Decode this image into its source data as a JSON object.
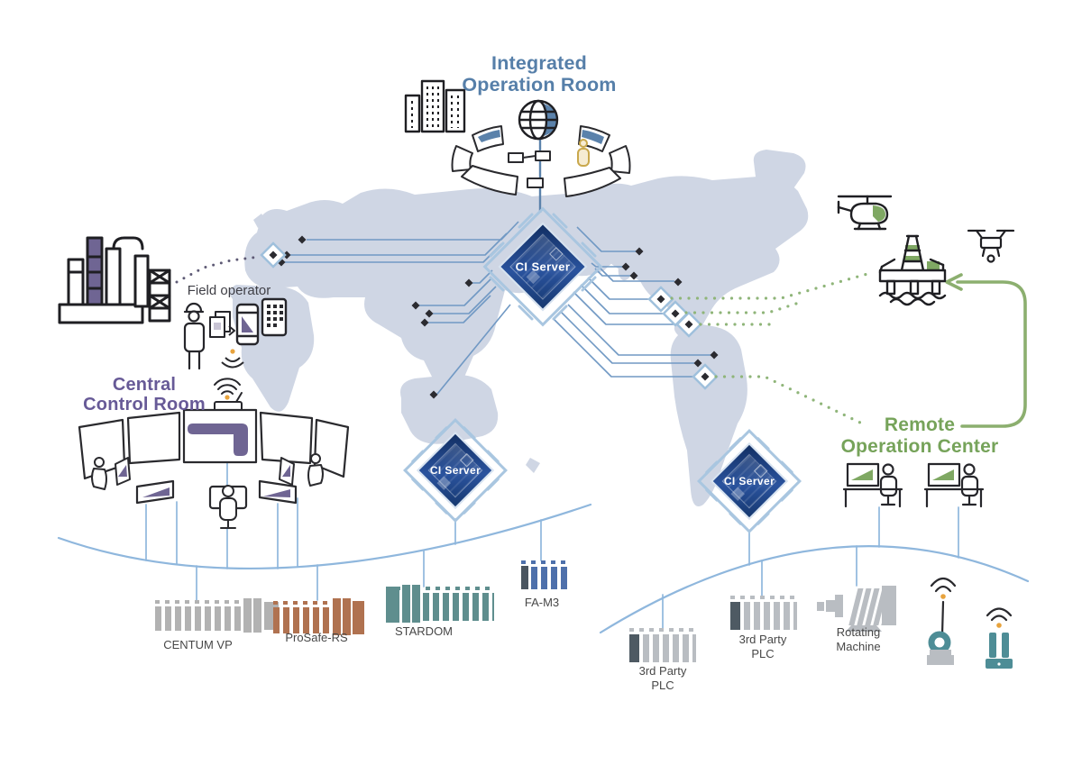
{
  "labels": {
    "integrated_operation_room": {
      "line1": "Integrated",
      "line2": "Operation Room"
    },
    "central_control_room": {
      "line1": "Central",
      "line2": "Control Room"
    },
    "remote_operation_center": {
      "line1": "Remote",
      "line2": "Operation Center"
    },
    "field_operator": "Field operator"
  },
  "ci_servers": [
    {
      "label": "CI Server"
    },
    {
      "label": "CI Server"
    },
    {
      "label": "CI Server"
    }
  ],
  "devices": [
    {
      "id": "centum-vp",
      "name": "CENTUM VP",
      "color": "#b2b2b2"
    },
    {
      "id": "prosafe-rs",
      "name": "ProSafe-RS",
      "color": "#b07250"
    },
    {
      "id": "stardom",
      "name": "STARDOM",
      "color": "#5f8e8e"
    },
    {
      "id": "fa-m3",
      "name": "FA-M3",
      "color": "#4e70ab"
    },
    {
      "id": "third-party-plc-1",
      "name": "3rd Party PLC",
      "color": "#b9bdc2"
    },
    {
      "id": "third-party-plc-2",
      "name": "3rd Party PLC",
      "color": "#b9bdc2"
    },
    {
      "id": "rotating-machine",
      "name": "Rotating Machine",
      "color": "#b9bdc2"
    }
  ],
  "icons": [
    "city-buildings-icon",
    "globe-icon",
    "operation-ring-icon",
    "person-icon",
    "plant-icon",
    "field-operator-icon",
    "documents-icon",
    "smartphone-icon",
    "tablet-icon",
    "wifi-signal-icon",
    "wireless-router-icon",
    "video-wall-icon",
    "helicopter-icon",
    "oil-rig-icon",
    "drone-icon",
    "operator-desk-icon",
    "controller-rack-icon",
    "rotating-machine-icon",
    "wireless-transmitter-icon",
    "diamond-node-icon",
    "arrow-icon"
  ],
  "colors": {
    "map": "#cfd6e4",
    "heading_blue": "#567fa9",
    "heading_purple": "#675a97",
    "heading_green": "#76a35a",
    "server_navy": "#1b3a72",
    "server_border": "#a9c6e0",
    "trace_blue": "#7199c4",
    "bus_blue": "#8fb7dd",
    "dotted_green": "#8fb579",
    "dotted_purple": "#5e5a75",
    "node_black": "#2b2b30",
    "accent_orange": "#e8a33d",
    "accent_teal": "#4e8d96",
    "accent_purple": "#6f6593",
    "accent_green": "#7fa863"
  }
}
